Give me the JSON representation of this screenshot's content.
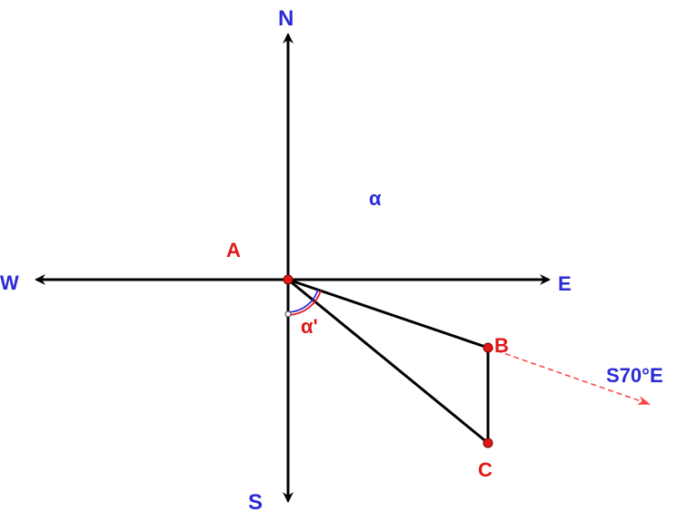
{
  "compass": {
    "north": "N",
    "south": "S",
    "east": "E",
    "west": "W"
  },
  "points": {
    "a": "A",
    "b": "B",
    "c": "C"
  },
  "angles": {
    "alpha": "α",
    "alpha_prime": "α'"
  },
  "bearing": {
    "label": "S70°E"
  },
  "colors": {
    "axis": "#000000",
    "direction_label": "#2b2bd6",
    "point": "#e01818",
    "point_label": "#e01818",
    "bearing_ray": "#ff4040",
    "angle_arc_outer": "#e01818",
    "angle_arc_inner": "#2b2bd6"
  }
}
